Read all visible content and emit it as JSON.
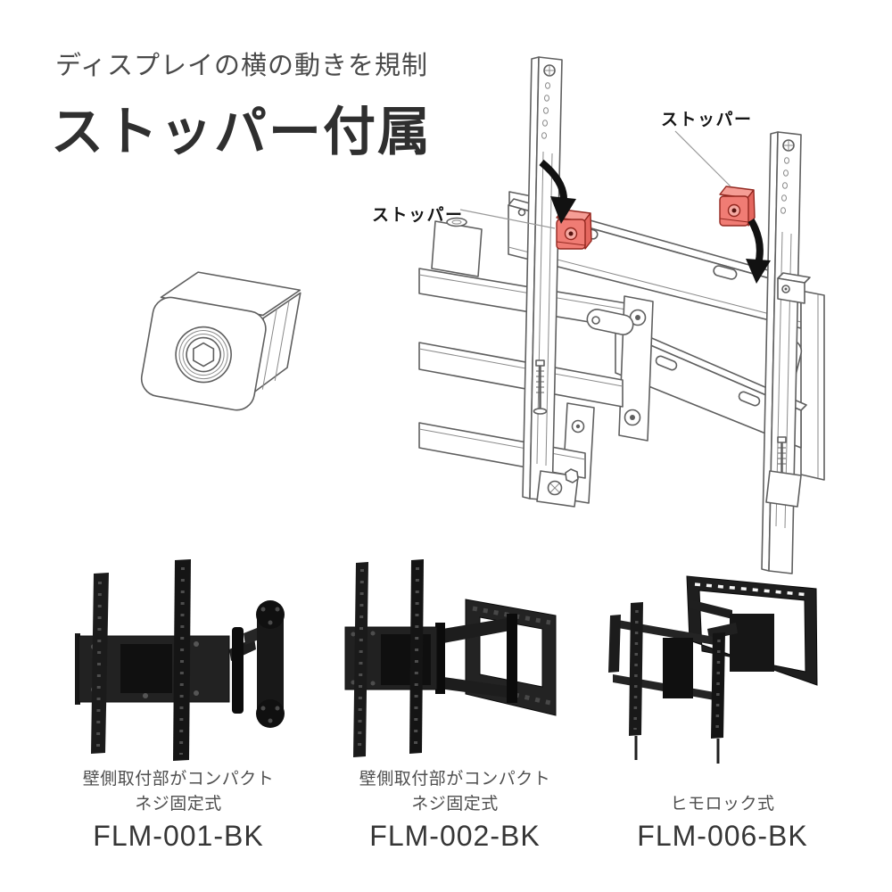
{
  "header": {
    "subtitle": "ディスプレイの横の動きを規制",
    "title": "ストッパー付属"
  },
  "diagram": {
    "label_left": "ストッパー",
    "label_right": "ストッパー"
  },
  "illustrations": {
    "stopper_part": "stopper-clamp-part",
    "mount_diagram": "wall-mount-with-stopper-positions",
    "arrow_icon": "curved-install-arrow"
  },
  "colors": {
    "stopper_fill": "#F07C74",
    "stopper_top": "#F59D95",
    "stopper_side": "#E4675F",
    "stopper_outline": "#93271F",
    "diagram_line": "#5F5F5F",
    "arrow_black": "#111111",
    "title_text": "#2F2F2F",
    "caption_text": "#4F4F4F"
  },
  "products": [
    {
      "desc_line1": "壁側取付部がコンパクト",
      "desc_line2": "ネジ固定式",
      "model": "FLM-001-BK"
    },
    {
      "desc_line1": "壁側取付部がコンパクト",
      "desc_line2": "ネジ固定式",
      "model": "FLM-002-BK"
    },
    {
      "desc_line1": "",
      "desc_line2": "ヒモロック式",
      "model": "FLM-006-BK"
    }
  ]
}
